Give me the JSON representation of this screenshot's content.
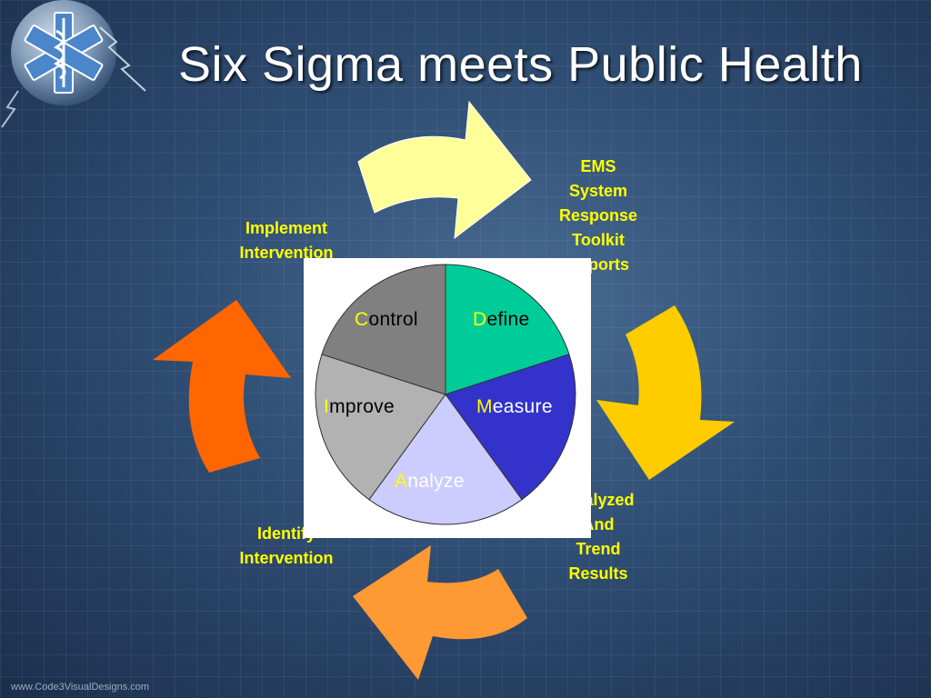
{
  "slide": {
    "title": "Six Sigma meets Public Health",
    "footer": "www.Code3VisualDesigns.com"
  },
  "cycle_steps": [
    {
      "id": "ems",
      "lines": [
        "EMS",
        "System",
        "Response",
        "Toolkit",
        "Reports"
      ]
    },
    {
      "id": "analyzed",
      "lines": [
        "Analyzed",
        "And",
        "Trend",
        "Results"
      ]
    },
    {
      "id": "identify",
      "lines": [
        "Identify",
        "Intervention"
      ]
    },
    {
      "id": "implement",
      "lines": [
        "Implement",
        "Intervention"
      ]
    }
  ],
  "dmaic": [
    {
      "initial": "D",
      "rest": "efine",
      "color": "#00cc99"
    },
    {
      "initial": "M",
      "rest": "easure",
      "color": "#3333cc"
    },
    {
      "initial": "A",
      "rest": "nalyze",
      "color": "#ccccff"
    },
    {
      "initial": "I",
      "rest": "mprove",
      "color": "#b2b2b2"
    },
    {
      "initial": "C",
      "rest": "ontrol",
      "color": "#808080"
    }
  ],
  "colors": {
    "label_text": "#ffff00",
    "title_text": "#ffffff",
    "arrow_top": "#ffff99",
    "arrow_right": "#ffcc00",
    "arrow_bottom": "#ff9933",
    "arrow_left": "#ff6600"
  },
  "icons": {
    "logo": "star-of-life-icon"
  }
}
